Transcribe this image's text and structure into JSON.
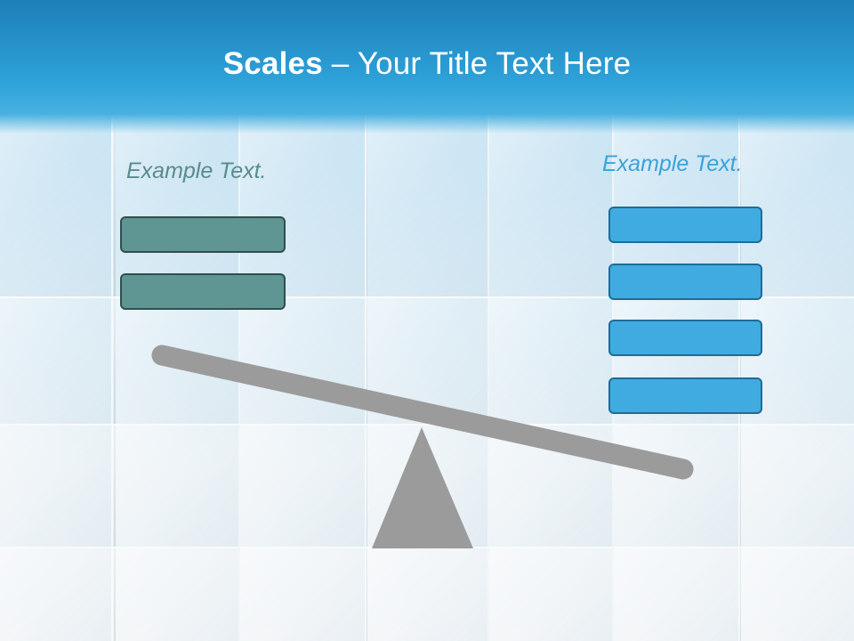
{
  "slide": {
    "title_bold": "Scales",
    "title_rest": " – Your Title Text Here",
    "left_caption": "Example Text.",
    "right_caption": "Example Text.",
    "left_box_count": 2,
    "right_box_count": 4
  },
  "colors": {
    "title_bar": "#2ea3da",
    "left_caption": "#5a8b8a",
    "right_caption": "#3aa2d9",
    "left_box_fill": "#5f9592",
    "left_box_border": "#2f4f4e",
    "right_box_fill": "#40abe0",
    "right_box_border": "#1e6c98",
    "seesaw": "#9b9b9b"
  }
}
